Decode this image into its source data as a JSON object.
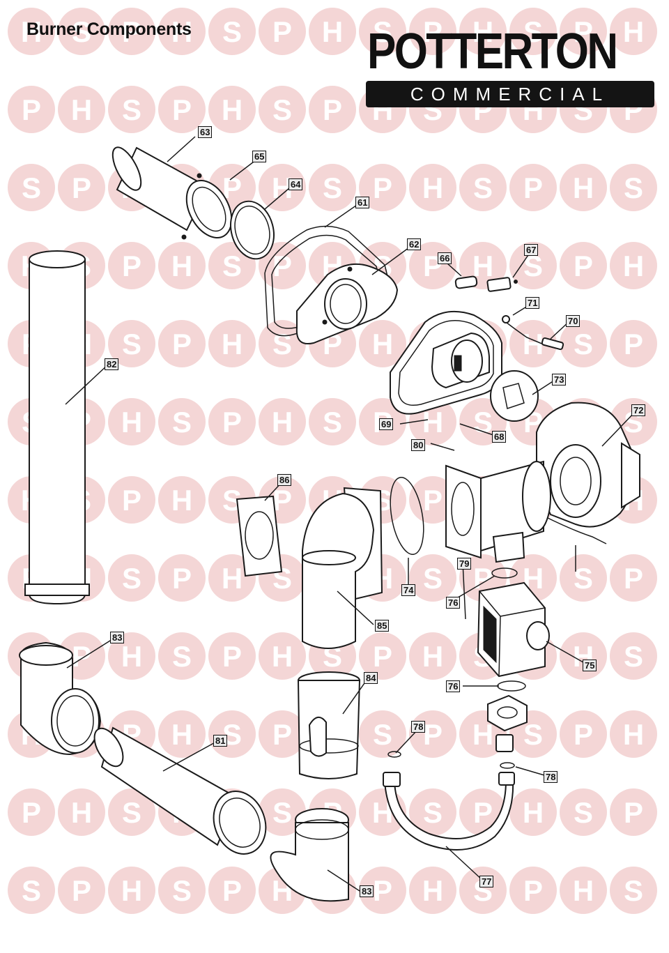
{
  "title": "Burner Components",
  "logo": {
    "main": "POTTERTON",
    "sub": "COMMERCIAL"
  },
  "watermark": {
    "letters": [
      "H",
      "S",
      "P"
    ],
    "color": "#f4d6d6"
  },
  "callouts": [
    {
      "id": "63",
      "text": "63"
    },
    {
      "id": "65",
      "text": "65"
    },
    {
      "id": "64",
      "text": "64"
    },
    {
      "id": "61",
      "text": "61"
    },
    {
      "id": "62",
      "text": "62"
    },
    {
      "id": "66",
      "text": "66"
    },
    {
      "id": "67",
      "text": "67"
    },
    {
      "id": "71",
      "text": "71"
    },
    {
      "id": "70",
      "text": "70"
    },
    {
      "id": "82",
      "text": "82"
    },
    {
      "id": "73",
      "text": "73"
    },
    {
      "id": "72",
      "text": "72"
    },
    {
      "id": "69",
      "text": "69"
    },
    {
      "id": "68",
      "text": "68"
    },
    {
      "id": "80",
      "text": "80"
    },
    {
      "id": "86",
      "text": "86"
    },
    {
      "id": "74",
      "text": "74"
    },
    {
      "id": "79",
      "text": "79"
    },
    {
      "id": "76a",
      "text": "76"
    },
    {
      "id": "85",
      "text": "85"
    },
    {
      "id": "83a",
      "text": "83"
    },
    {
      "id": "75",
      "text": "75"
    },
    {
      "id": "84",
      "text": "84"
    },
    {
      "id": "76b",
      "text": "76"
    },
    {
      "id": "78a",
      "text": "78"
    },
    {
      "id": "81",
      "text": "81"
    },
    {
      "id": "78b",
      "text": "78"
    },
    {
      "id": "77",
      "text": "77"
    },
    {
      "id": "83b",
      "text": "83"
    }
  ]
}
